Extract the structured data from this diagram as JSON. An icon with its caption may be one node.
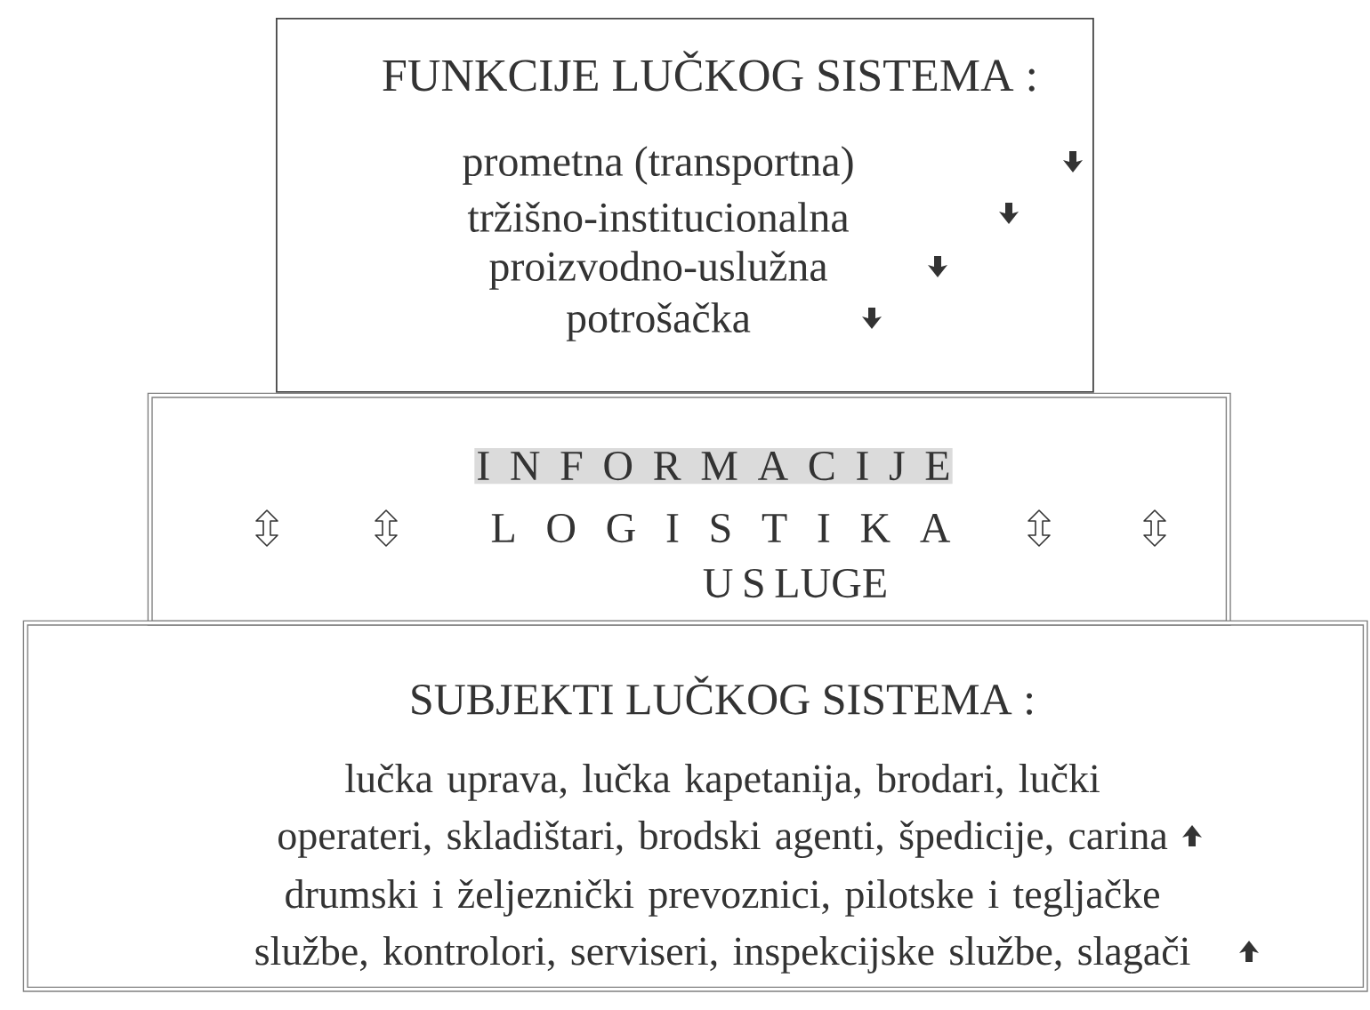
{
  "diagram": {
    "nodes": [
      {
        "text": [
          "FUNKCIJE LUČKOG SISTEMA :",
          "prometna (transportna)",
          "tržišno-institucionalna",
          "proizvodno-uslužna",
          "potrošačka"
        ]
      },
      {
        "text": [
          "I N F O R M A C I J E",
          "L O G I S T I K A",
          "U S LUGE"
        ]
      },
      {
        "text": [
          "SUBJEKTI LUČKOG SISTEMA :",
          "lučka uprava, lučka kapetanija, brodari, lučki operateri, skladištari, brodski agenti, špedicije, carina",
          "drumski i željeznički prevoznici, pilotske i tegljačke službe, kontrolori, serviseri, inspekcijske službe, slagači"
        ]
      }
    ]
  }
}
